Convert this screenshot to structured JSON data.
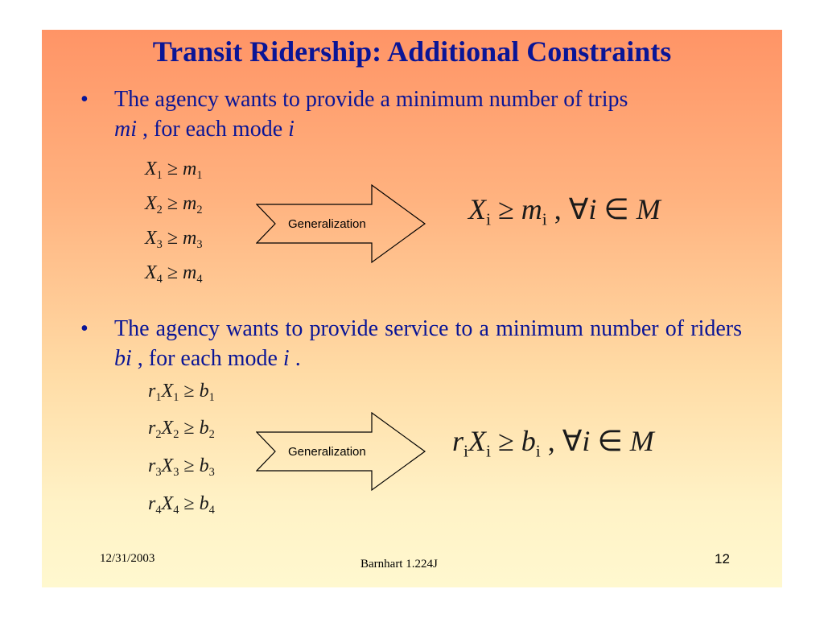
{
  "slide": {
    "title": "Transit Ridership: Additional Constraints",
    "bullet_symbol": "•",
    "bullet1": {
      "text": "The agency wants to provide a minimum number of trips",
      "var": "mi",
      "text2": ", for each mode",
      "mode_var": "i"
    },
    "bullet2": {
      "text": "The agency wants to provide service to a minimum number of riders",
      "var": "bi",
      "text2": ", for each mode",
      "mode_var": "i",
      "end": "."
    },
    "arrow_label_1": "Generalization",
    "arrow_label_2": "Generalization",
    "footer": {
      "date": "12/31/2003",
      "author": "Barnhart 1.224J",
      "page": "12"
    }
  },
  "colors": {
    "title": "#0a1596",
    "body_text": "#0a1596",
    "gradient_top": "#ff9466",
    "gradient_bottom": "#fff8cf"
  }
}
